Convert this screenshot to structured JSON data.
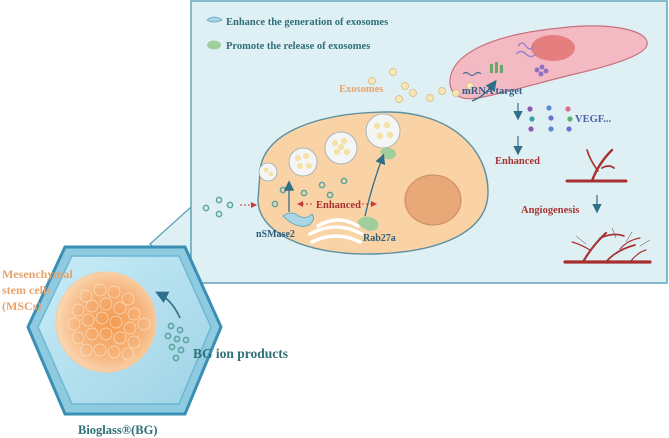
{
  "legend": {
    "generation": "Enhance the generation of exosomes",
    "release": "Promote the release of exosomes"
  },
  "labels": {
    "exosomes": "Exosomes",
    "mrna_target": "mRNA target",
    "vegf": "VEGF...",
    "enhanced_right": "Enhanced",
    "angiogenesis": "Angiogenesis",
    "enhanced_cell": "Enhanced",
    "nsmase2": "nSMase2",
    "rab27a": "Rab27a",
    "msc_line1": "Mesenchymal",
    "msc_line2": "stem cells",
    "msc_line3": "(MSCs)",
    "bg_ions": "BG ion products",
    "bioglass": "Bioglass®(BG)"
  },
  "colors": {
    "panel_bg": "#dff0f5",
    "panel_border": "#5b9fb6",
    "cell_fill": "#f9d3a6",
    "cell_stroke": "#5b8fa0",
    "nucleus": "#e8a878",
    "teal_text": "#2f6f78",
    "orange_text": "#e8a36b",
    "red_text": "#a83232",
    "vessel": "#a63030",
    "hexagon": "#9fd6e8",
    "hexagon_stroke": "#3a8fb3"
  }
}
